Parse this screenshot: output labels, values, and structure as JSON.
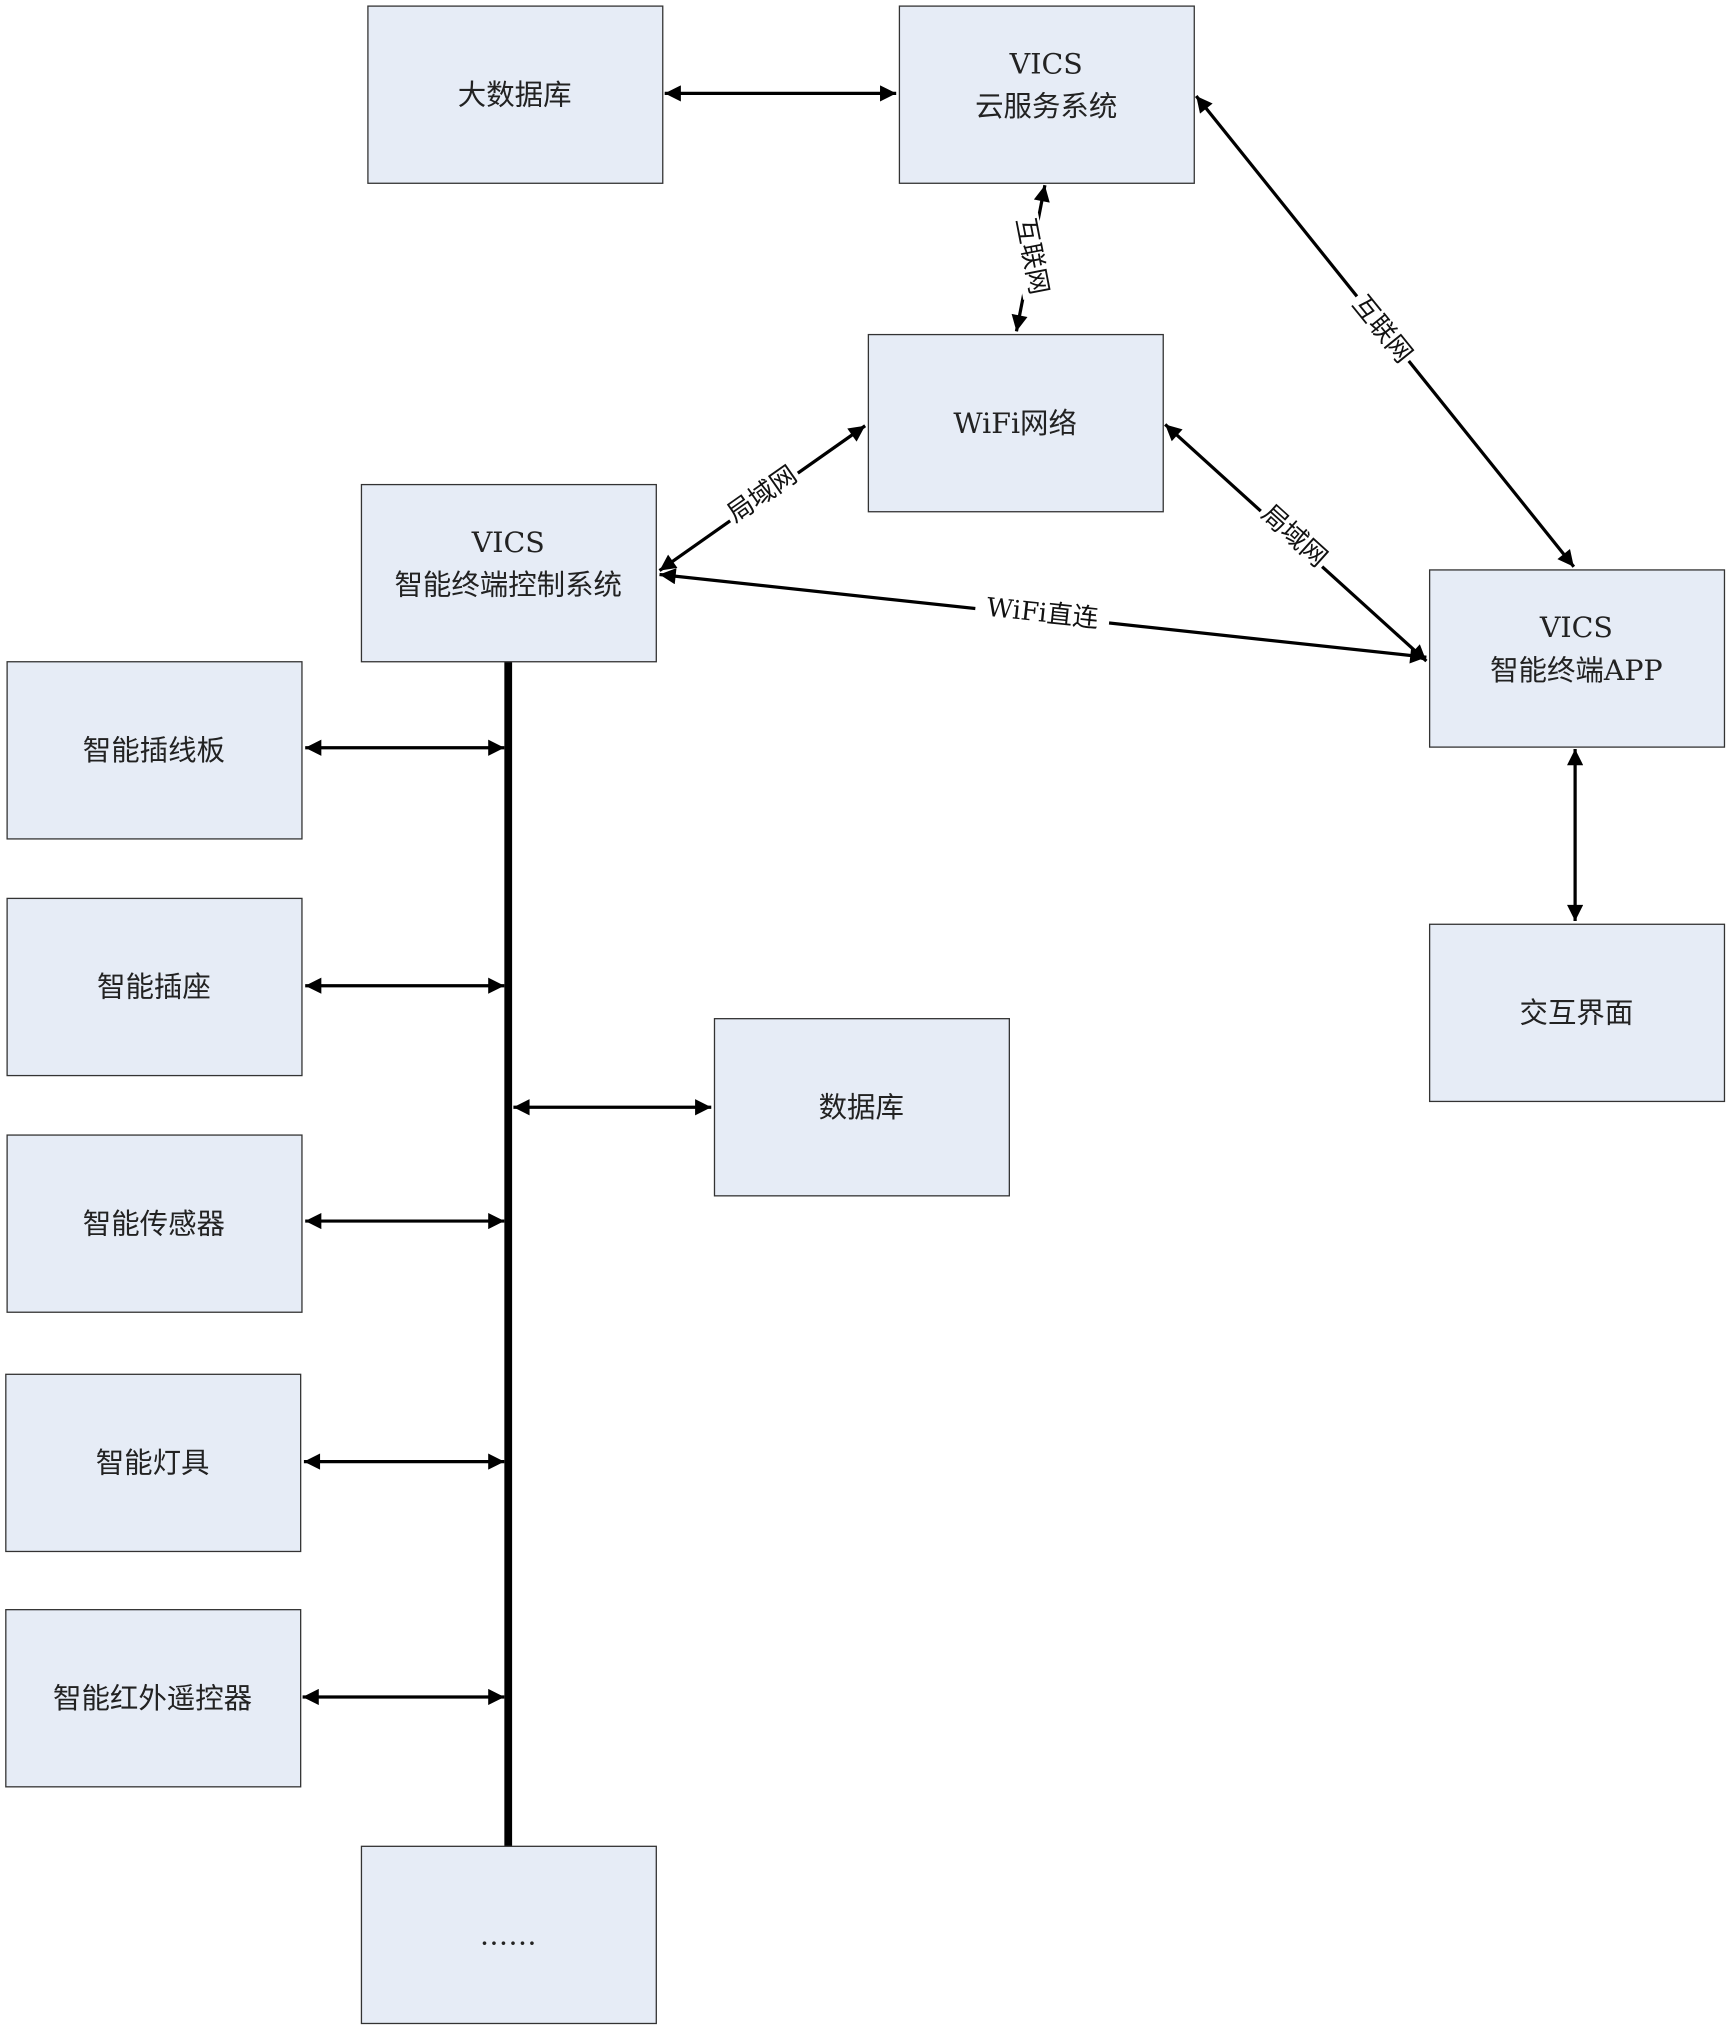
{
  "nodes": {
    "big_database": {
      "lines": [
        "大数据库"
      ]
    },
    "cloud_service": {
      "lines": [
        "VICS",
        "云服务系统"
      ]
    },
    "wifi_network": {
      "lines": [
        "WiFi网络"
      ]
    },
    "terminal_control": {
      "lines": [
        "VICS",
        "智能终端控制系统"
      ]
    },
    "terminal_app": {
      "lines": [
        "VICS",
        "智能终端APP"
      ]
    },
    "interaction_ui": {
      "lines": [
        "交互界面"
      ]
    },
    "smart_power_strip": {
      "lines": [
        "智能插线板"
      ]
    },
    "smart_socket": {
      "lines": [
        "智能插座"
      ]
    },
    "smart_sensor": {
      "lines": [
        "智能传感器"
      ]
    },
    "smart_light": {
      "lines": [
        "智能灯具"
      ]
    },
    "smart_ir_remote": {
      "lines": [
        "智能红外遥控器"
      ]
    },
    "database": {
      "lines": [
        "数据库"
      ]
    },
    "more": {
      "lines": [
        "……"
      ]
    }
  },
  "edge_labels": {
    "cloud_wifi": "互联网",
    "cloud_app": "互联网",
    "wifi_control": "局域网",
    "wifi_app": "局域网",
    "control_app": "WiFi直连"
  }
}
